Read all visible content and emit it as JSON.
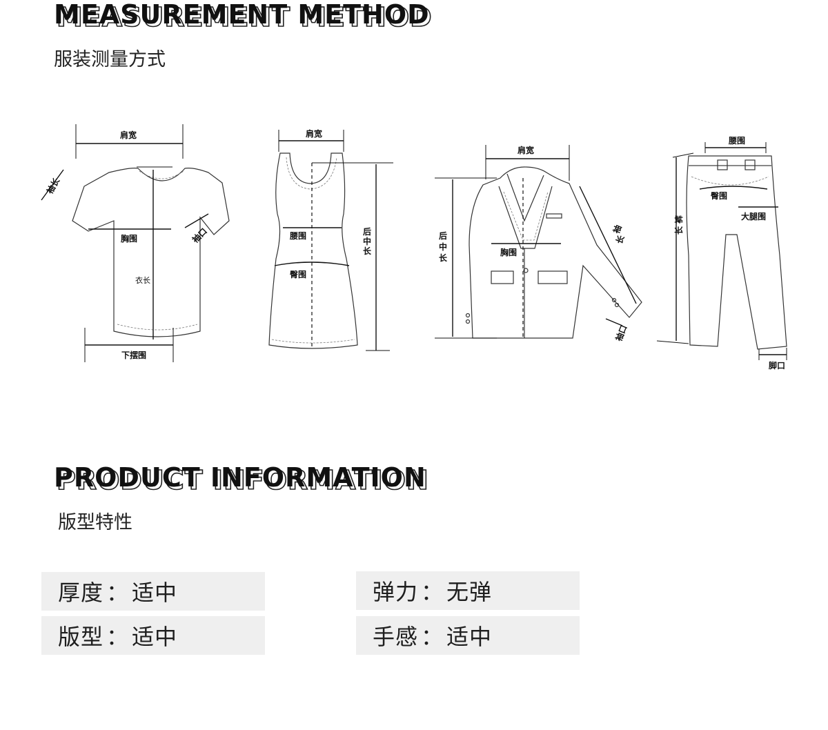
{
  "headings": {
    "measurement": "MEASUREMENT METHOD",
    "measurement_sub": "服装测量方式",
    "product": "PRODUCT INFORMATION",
    "product_sub": "版型特性"
  },
  "diagram_labels": {
    "tshirt": {
      "shoulder": "肩宽",
      "sleeve_length": "袖长",
      "chest": "胸围",
      "cuff": "袖口",
      "body_length": "衣长",
      "hem": "下摆围"
    },
    "dress": {
      "shoulder": "肩宽",
      "waist": "腰围",
      "hip": "臀围",
      "back_length": [
        "后",
        "中",
        "长"
      ]
    },
    "jacket": {
      "shoulder": "肩宽",
      "back_length": [
        "后",
        "中",
        "长"
      ],
      "chest": "胸围",
      "sleeve_length": [
        "袖",
        "长"
      ],
      "cuff": "袖口"
    },
    "pants": {
      "waist": "腰围",
      "hip": "臀围",
      "thigh": "大腿围",
      "pant_length": [
        "裤",
        "长"
      ],
      "leg_opening": "脚口"
    }
  },
  "product_info": [
    {
      "label": "厚度",
      "value": "适中"
    },
    {
      "label": "版型",
      "value": "适中"
    },
    {
      "label": "弹力",
      "value": "无弹"
    },
    {
      "label": "手感",
      "value": "适中"
    }
  ],
  "separator": "："
}
